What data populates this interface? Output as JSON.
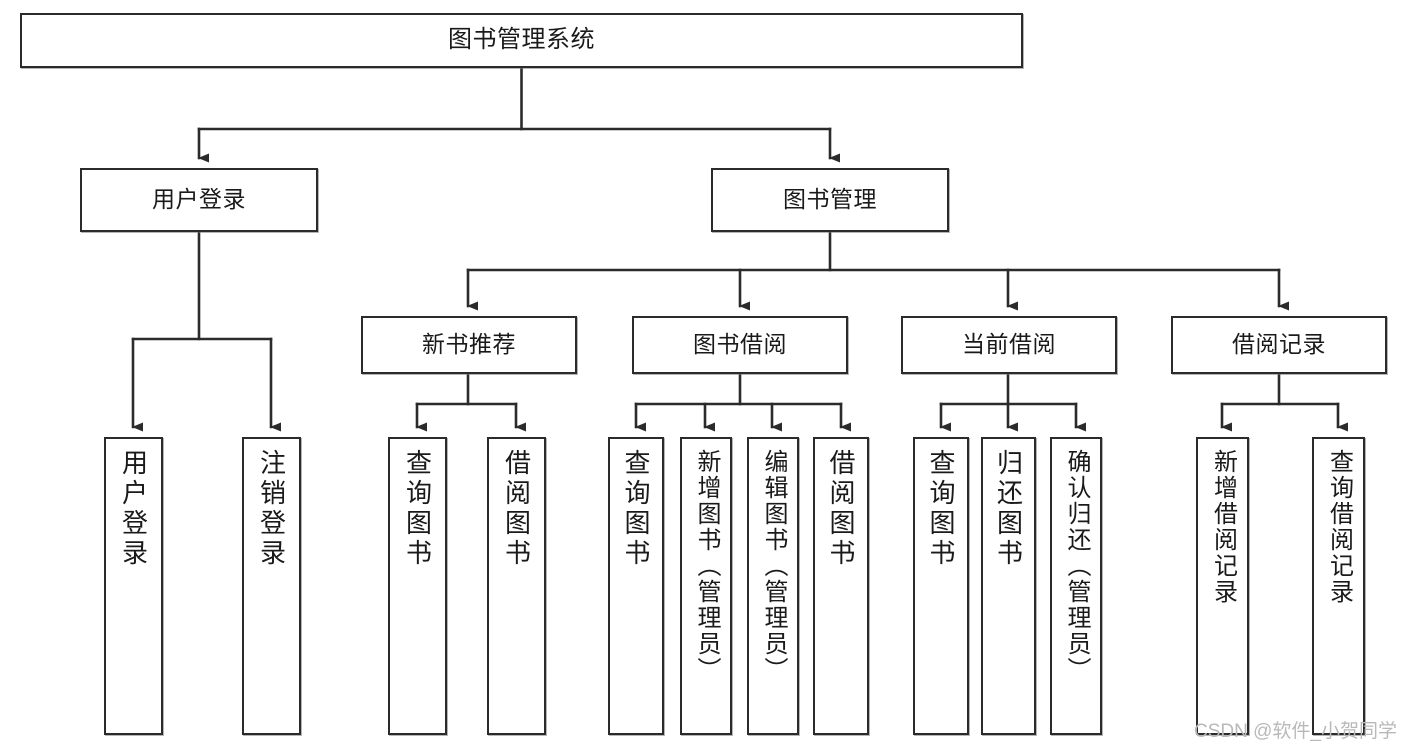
{
  "diagram": {
    "title": "图书管理系统",
    "type": "tree",
    "watermark": "CSDN @软件_小贺同学",
    "colors": {
      "border": "#2b2b2b",
      "background": "#ffffff",
      "text": "#1a1a1a",
      "edge": "#2b2b2b",
      "watermark": "#b9b9b9"
    },
    "levels": {
      "level1": [
        "图书管理系统"
      ],
      "level2": [
        "用户登录",
        "图书管理"
      ],
      "level3": [
        "新书推荐",
        "图书借阅",
        "当前借阅",
        "借阅记录"
      ],
      "level4": [
        "用户登录",
        "注销登录",
        "查询图书",
        "借阅图书",
        "查询图书",
        "新增图书（管理员）",
        "编辑图书（管理员）",
        "借阅图书",
        "查询图书",
        "归还图书",
        "确认归还（管理员）",
        "新增借阅记录",
        "查询借阅记录"
      ]
    },
    "nodes": {
      "root": {
        "label": "图书管理系统"
      },
      "user_login": {
        "label": "用户登录"
      },
      "book_mgmt": {
        "label": "图书管理"
      },
      "new_book_rec": {
        "label": "新书推荐"
      },
      "book_borrow": {
        "label": "图书借阅"
      },
      "current_borrow": {
        "label": "当前借阅"
      },
      "borrow_record": {
        "label": "借阅记录"
      },
      "leaf_user_login": {
        "label": "用户登录"
      },
      "leaf_user_logout": {
        "label": "注销登录"
      },
      "leaf_rec_query": {
        "label": "查询图书"
      },
      "leaf_rec_borrow": {
        "label": "借阅图书"
      },
      "leaf_borrow_query": {
        "label": "查询图书"
      },
      "leaf_borrow_add": {
        "label": "新增图书（管理员）"
      },
      "leaf_borrow_edit": {
        "label": "编辑图书（管理员）"
      },
      "leaf_borrow_borrow": {
        "label": "借阅图书"
      },
      "leaf_cur_query": {
        "label": "查询图书"
      },
      "leaf_cur_return": {
        "label": "归还图书"
      },
      "leaf_cur_confirm": {
        "label": "确认归还（管理员）"
      },
      "leaf_rec_add": {
        "label": "新增借阅记录"
      },
      "leaf_rec_search": {
        "label": "查询借阅记录"
      }
    },
    "edges": [
      {
        "from": "root",
        "to": "user_login"
      },
      {
        "from": "root",
        "to": "book_mgmt"
      },
      {
        "from": "book_mgmt",
        "to": "new_book_rec"
      },
      {
        "from": "book_mgmt",
        "to": "book_borrow"
      },
      {
        "from": "book_mgmt",
        "to": "current_borrow"
      },
      {
        "from": "book_mgmt",
        "to": "borrow_record"
      },
      {
        "from": "user_login",
        "to": "leaf_user_login"
      },
      {
        "from": "user_login",
        "to": "leaf_user_logout"
      },
      {
        "from": "new_book_rec",
        "to": "leaf_rec_query"
      },
      {
        "from": "new_book_rec",
        "to": "leaf_rec_borrow"
      },
      {
        "from": "book_borrow",
        "to": "leaf_borrow_query"
      },
      {
        "from": "book_borrow",
        "to": "leaf_borrow_add"
      },
      {
        "from": "book_borrow",
        "to": "leaf_borrow_edit"
      },
      {
        "from": "book_borrow",
        "to": "leaf_borrow_borrow"
      },
      {
        "from": "current_borrow",
        "to": "leaf_cur_query"
      },
      {
        "from": "current_borrow",
        "to": "leaf_cur_return"
      },
      {
        "from": "current_borrow",
        "to": "leaf_cur_confirm"
      },
      {
        "from": "borrow_record",
        "to": "leaf_rec_add"
      },
      {
        "from": "borrow_record",
        "to": "leaf_rec_search"
      }
    ]
  }
}
